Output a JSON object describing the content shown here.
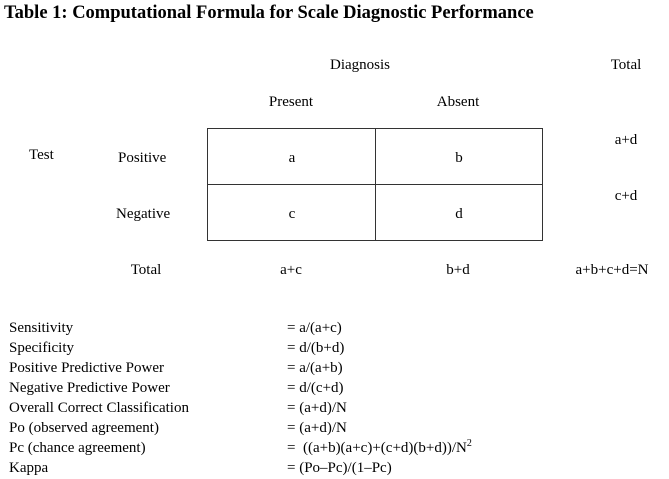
{
  "title": "Table 1: Computational Formula for Scale Diagnostic Performance",
  "table": {
    "diagnosis_header": "Diagnosis",
    "total_header": "Total",
    "present": "Present",
    "absent": "Absent",
    "test_label": "Test",
    "positive": "Positive",
    "negative": "Negative",
    "cells": {
      "a": "a",
      "b": "b",
      "c": "c",
      "d": "d"
    },
    "row_totals": [
      "a+d",
      "c+d"
    ],
    "total_row_label": "Total",
    "col_totals": [
      "a+c",
      "b+d"
    ],
    "grand_total": "a+b+c+d=N"
  },
  "formulas": [
    {
      "label": "Sensitivity",
      "formula": "= a/(a+c)"
    },
    {
      "label": "Specificity",
      "formula": "= d/(b+d)"
    },
    {
      "label": "Positive Predictive Power",
      "formula": "= a/(a+b)"
    },
    {
      "label": "Negative Predictive Power",
      "formula": "= d/(c+d)"
    },
    {
      "label": "Overall Correct Classification",
      "formula": "= (a+d)/N"
    },
    {
      "label": "Po (observed agreement)",
      "formula": "= (a+d)/N"
    },
    {
      "label": "Pc (chance agreement)",
      "formula": "=  ((a+b)(a+c)+(c+d)(b+d))/N",
      "superscript": "2"
    },
    {
      "label": "Kappa",
      "formula": "= (Po–Pc)/(1–Pc)"
    }
  ]
}
